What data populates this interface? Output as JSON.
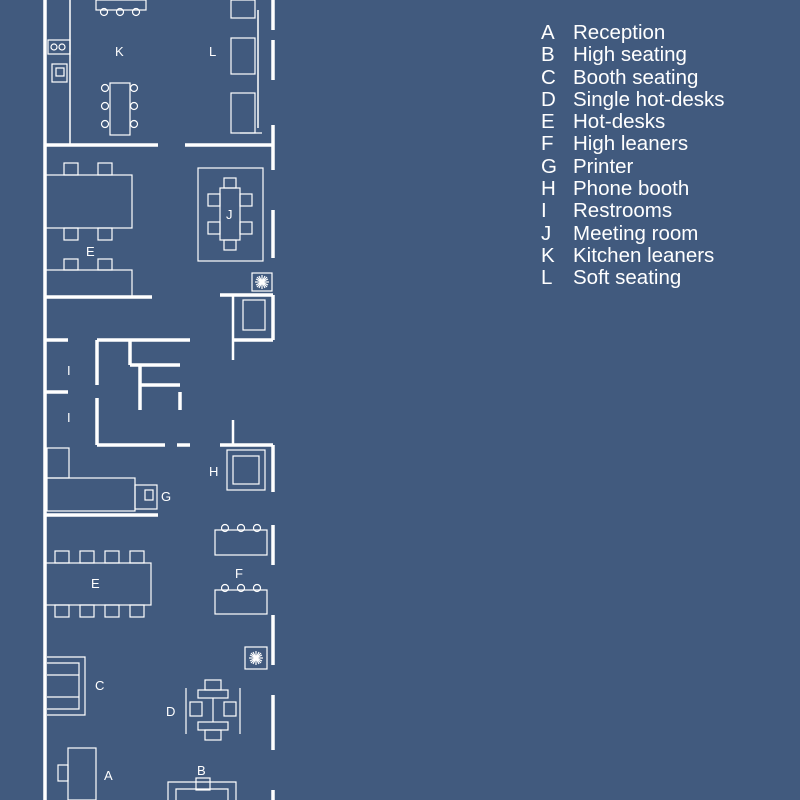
{
  "legend": [
    {
      "key": "A",
      "label": "Reception"
    },
    {
      "key": "B",
      "label": "High seating"
    },
    {
      "key": "C",
      "label": "Booth seating"
    },
    {
      "key": "D",
      "label": "Single hot-desks"
    },
    {
      "key": "E",
      "label": "Hot-desks"
    },
    {
      "key": "F",
      "label": "High leaners"
    },
    {
      "key": "G",
      "label": "Printer"
    },
    {
      "key": "H",
      "label": "Phone booth"
    },
    {
      "key": "I",
      "label": "Restrooms"
    },
    {
      "key": "J",
      "label": "Meeting room"
    },
    {
      "key": "K",
      "label": "Kitchen leaners"
    },
    {
      "key": "L",
      "label": "Soft seating"
    }
  ],
  "zones": {
    "k": "K",
    "l": "L",
    "j": "J",
    "e_top": "E",
    "i_1": "I",
    "i_2": "I",
    "h": "H",
    "g": "G",
    "f": "F",
    "e_bottom": "E",
    "c": "C",
    "d": "D",
    "a": "A",
    "b": "B"
  },
  "colors": {
    "background": "#415a7e",
    "lines": "#ffffff"
  }
}
